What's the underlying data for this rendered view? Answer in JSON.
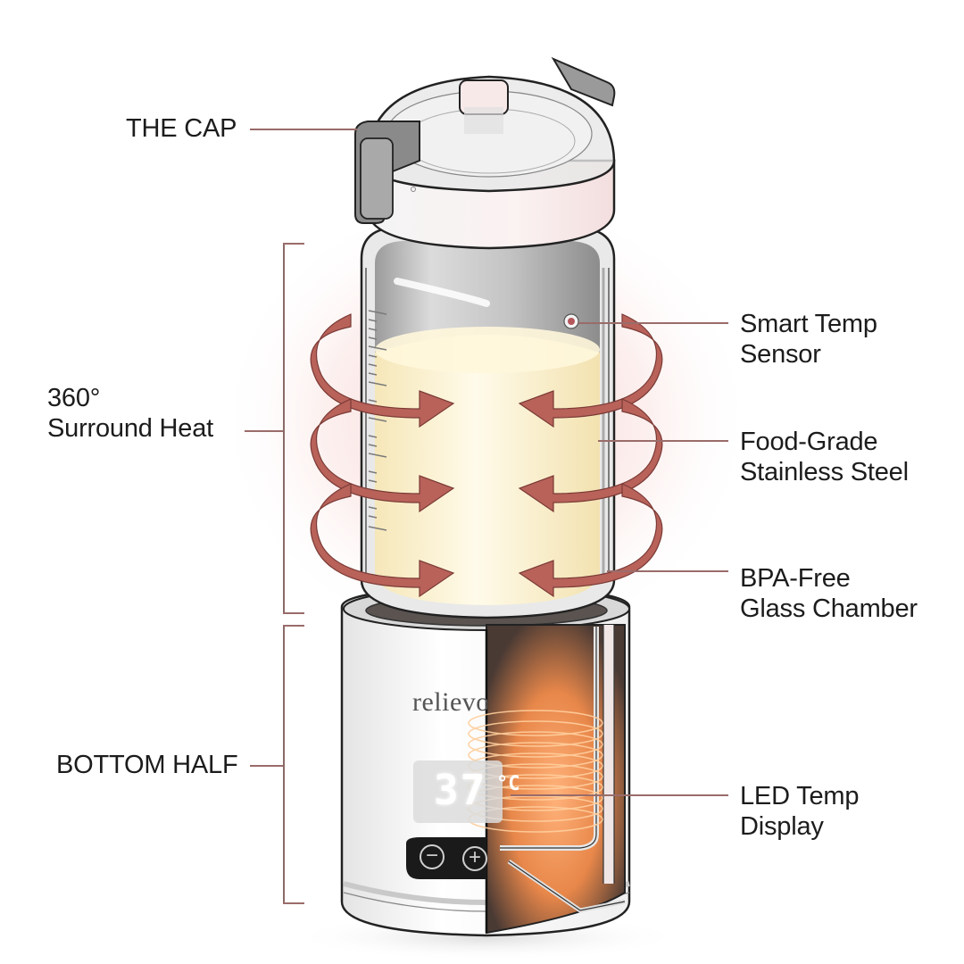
{
  "diagram": {
    "subject": "Portable bottle warmer cutaway",
    "colors": {
      "background": "#ffffff",
      "text": "#1c1c1c",
      "leader_line": "#9a6c6a",
      "heat_arrow": "#b8625a",
      "heat_glow": "#f7d9d6",
      "milk": "#fbf1cf",
      "coil": "#f08a45",
      "cap_accent": "#f5e4e4"
    },
    "labels_left": [
      {
        "id": "cap",
        "lines": [
          "THE CAP"
        ]
      },
      {
        "id": "surround-heat",
        "lines": [
          "360°",
          "Surround Heat"
        ]
      },
      {
        "id": "bottom-half",
        "lines": [
          "BOTTOM HALF"
        ]
      }
    ],
    "labels_right": [
      {
        "id": "temp-sensor",
        "lines": [
          "Smart Temp",
          "Sensor"
        ]
      },
      {
        "id": "stainless-steel",
        "lines": [
          "Food-Grade",
          "Stainless Steel"
        ]
      },
      {
        "id": "glass-chamber",
        "lines": [
          "BPA-Free",
          "Glass Chamber"
        ]
      },
      {
        "id": "led-display",
        "lines": [
          "LED Temp",
          "Display"
        ]
      }
    ],
    "device": {
      "brand": "relievo",
      "display_value": "37",
      "display_unit": "°C",
      "buttons": [
        {
          "id": "minus",
          "symbol": "−"
        },
        {
          "id": "plus",
          "symbol": "+"
        }
      ],
      "heat_arrow_count": 6
    }
  }
}
